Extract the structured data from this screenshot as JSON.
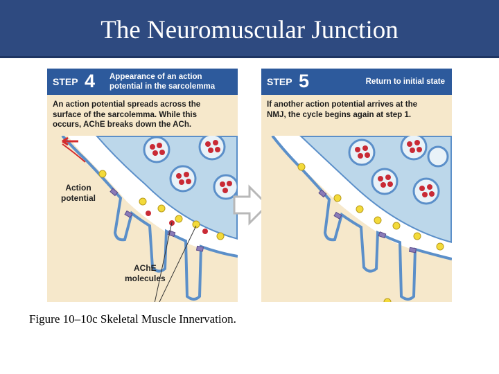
{
  "slide": {
    "title": "The Neuromuscular Junction",
    "caption": "Figure 10–10c Skeletal Muscle Innervation."
  },
  "step4": {
    "step_word": "STEP",
    "step_number": "4",
    "title_line1": "Appearance of an action",
    "title_line2": "potential in the sarcolemma",
    "desc_line1": "An action potential spreads across the",
    "desc_line2": "surface of the sarcolemma. While this",
    "desc_line3": "occurs, AChE breaks down the ACh.",
    "label_action_line1": "Action",
    "label_action_line2": "potential",
    "label_ache_line1": "AChE",
    "label_ache_line2": "molecules"
  },
  "step5": {
    "step_word": "STEP",
    "step_number": "5",
    "title": "Return to initial state",
    "desc_line1": "If another action potential arrives at the",
    "desc_line2": "NMJ, the cycle begins again at step 1."
  },
  "colors": {
    "header_blue": "#2d5a9c",
    "title_bar": "#2e4a80",
    "terminal_fill": "#bcd7ea",
    "membrane": "#5b8fc9",
    "muscle_fiber": "#f6e8cb",
    "vesicle_fill": "#c92a35",
    "ache": "#f3da3a"
  },
  "icons": {
    "flow_arrow": "right-arrow-icon",
    "action_potential_arrow": "red-arrow-icon"
  }
}
